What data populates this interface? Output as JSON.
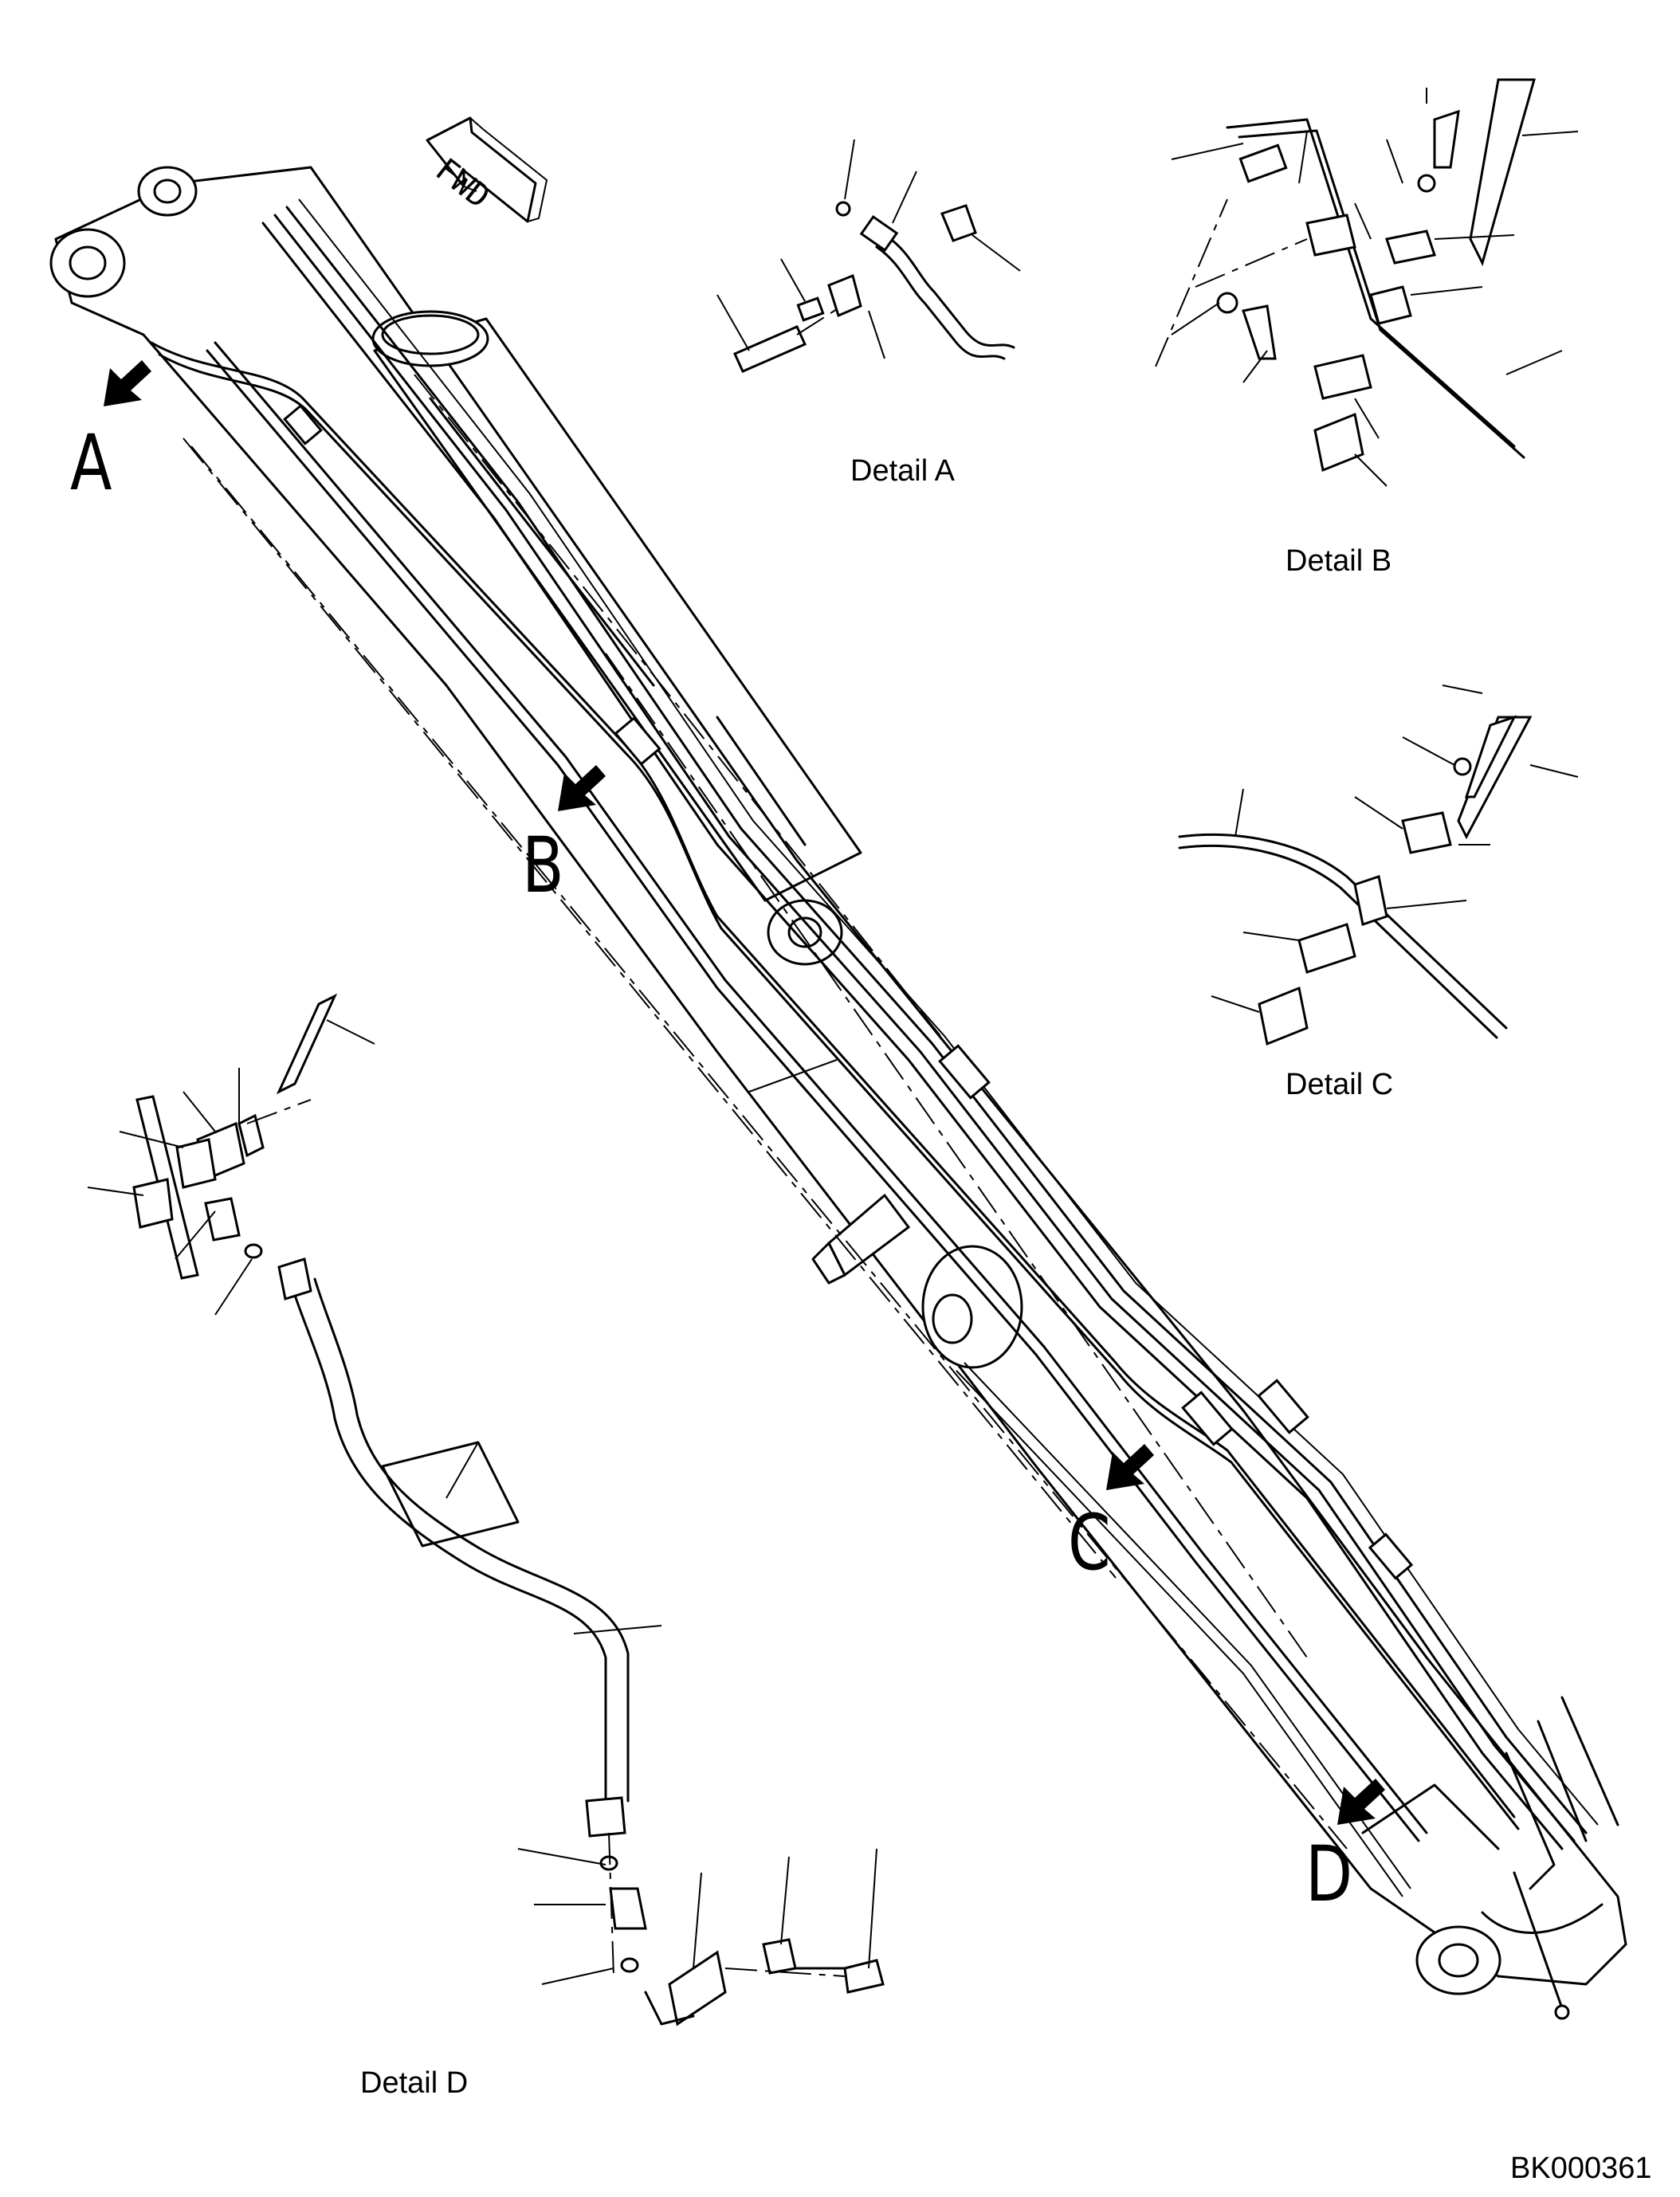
{
  "callouts": {
    "a": "A",
    "b": "B",
    "c": "C",
    "d": "D"
  },
  "captions": {
    "detail_a": "Detail A",
    "detail_b": "Detail B",
    "detail_c": "Detail C",
    "detail_d": "Detail D"
  },
  "direction_marker": "FWD",
  "drawing_code": "BK000361"
}
